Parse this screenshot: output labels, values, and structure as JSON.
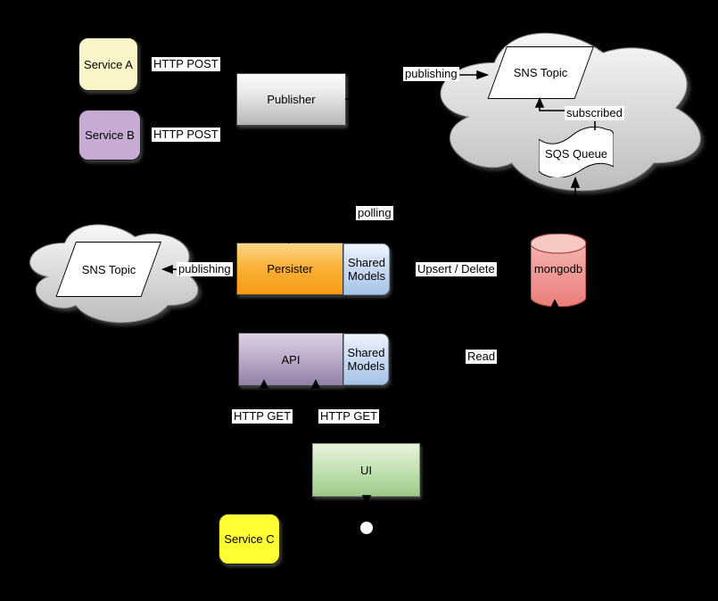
{
  "diagram": {
    "nodes": {
      "service_a": "Service A",
      "service_b": "Service B",
      "service_c": "Service C",
      "publisher": "Publisher",
      "sns_topic_right": "SNS Topic",
      "sqs_queue": "SQS Queue",
      "sns_topic_left": "SNS Topic",
      "persister": "Persister",
      "shared_models_persister": "Shared Models",
      "api": "API",
      "shared_models_api": "Shared Models",
      "mongodb": "mongodb",
      "ui": "UI"
    },
    "edge_labels": {
      "http_post_a": "HTTP POST",
      "http_post_b": "HTTP POST",
      "publishing_right": "publishing",
      "subscribed": "subscribed",
      "polling": "polling",
      "publishing_left": "publishing",
      "upsert_delete": "Upsert / Delete",
      "read": "Read",
      "http_get_left": "HTTP GET",
      "http_get_right": "HTTP GET"
    },
    "palette": {
      "background": "#000000",
      "service_a_fill": "#faf6c9",
      "service_b_fill": "#c6abd2",
      "service_c_fill": "#ffff33",
      "publisher_fill": "#d9d9d9",
      "persister_fill": "#fab23a",
      "shared_models_fill": "#a6c3e8",
      "api_fill": "#b3a0c0",
      "ui_fill": "#b4d8a0",
      "mongodb_fill": "#ef908d",
      "cloud_fill": "#d6d6d6",
      "shape_fill": "#ffffff",
      "label_bg": "#ffffff",
      "text": "#000000"
    }
  }
}
